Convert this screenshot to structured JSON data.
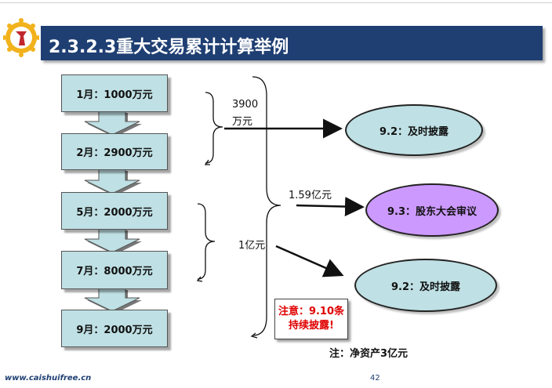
{
  "title": "2.3.2.3重大交易累计计算举例",
  "months": [
    {
      "label": "1月：1000万元"
    },
    {
      "label": "2月：2900万元"
    },
    {
      "label": "5月：2000万元"
    },
    {
      "label": "7月：8000万元"
    },
    {
      "label": "9月：2000万元"
    }
  ],
  "brace_labels": {
    "sum1_line1": "3900",
    "sum1_line2": "万元",
    "sum_total": "1.59亿元",
    "sum2": "1亿元"
  },
  "outcomes": [
    {
      "label": "9.2：及时披露",
      "color": "#bfe0e4"
    },
    {
      "label": "9.3：股东大会审议",
      "color": "#cc99ff"
    },
    {
      "label": "9.2：及时披露",
      "color": "#bfe0e4"
    }
  ],
  "note": {
    "line1": "注意：9.10条",
    "line2": "持续披露!"
  },
  "footnote": "注：净资产3亿元",
  "footer": {
    "website": "www.caishuifree.cn",
    "page": "42"
  },
  "colors": {
    "title_bg": "#1f3f73",
    "box_fill": "#bfe0e4",
    "purple": "#cc99ff",
    "note_text": "#e00000"
  }
}
